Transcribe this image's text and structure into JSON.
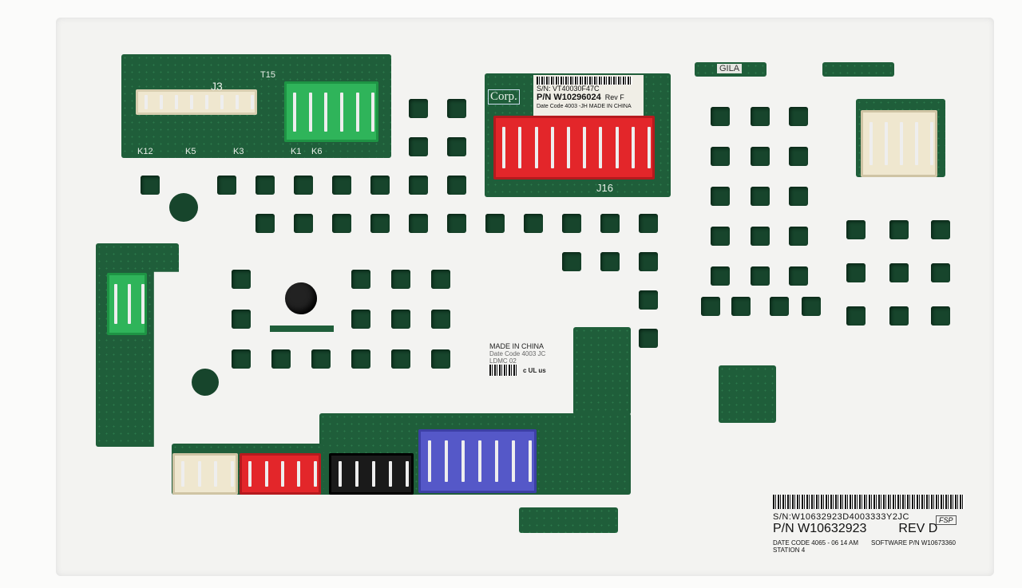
{
  "board_labels": {
    "silkscreen": [
      "J3",
      "T15",
      "K12",
      "K5",
      "K3",
      "K1",
      "K6",
      "J16",
      "Corp.",
      "GILA"
    ],
    "top_sticker": {
      "sn": "S/N: VT40030F47C",
      "pn": "P/N W10296024",
      "rev": "Rev F",
      "date": "Date Code 4003 -JH MADE IN CHINA"
    },
    "center_sticker": {
      "made": "MADE IN CHINA",
      "date": "Date Code 4003 JC",
      "lot": "LDMC 02",
      "cert": "c UL us"
    },
    "main_sticker": {
      "sn": "S/N:W10632923D4003333Y2JC",
      "pn": "P/N W10632923",
      "rev": "REV D",
      "date": "DATE CODE 4065 - 06 14 AM",
      "station": "STATION 4",
      "software": "SOFTWARE P/N W10673360",
      "badge": "FSP"
    }
  },
  "colors": {
    "pcb": "#1f5e3a",
    "housing": "#f3f3f1",
    "green_conn": "#2fb45a",
    "red_conn": "#e3262a",
    "blue_conn": "#5558c8",
    "black_conn": "#1a1a1a",
    "white_conn": "#efe7cf"
  }
}
